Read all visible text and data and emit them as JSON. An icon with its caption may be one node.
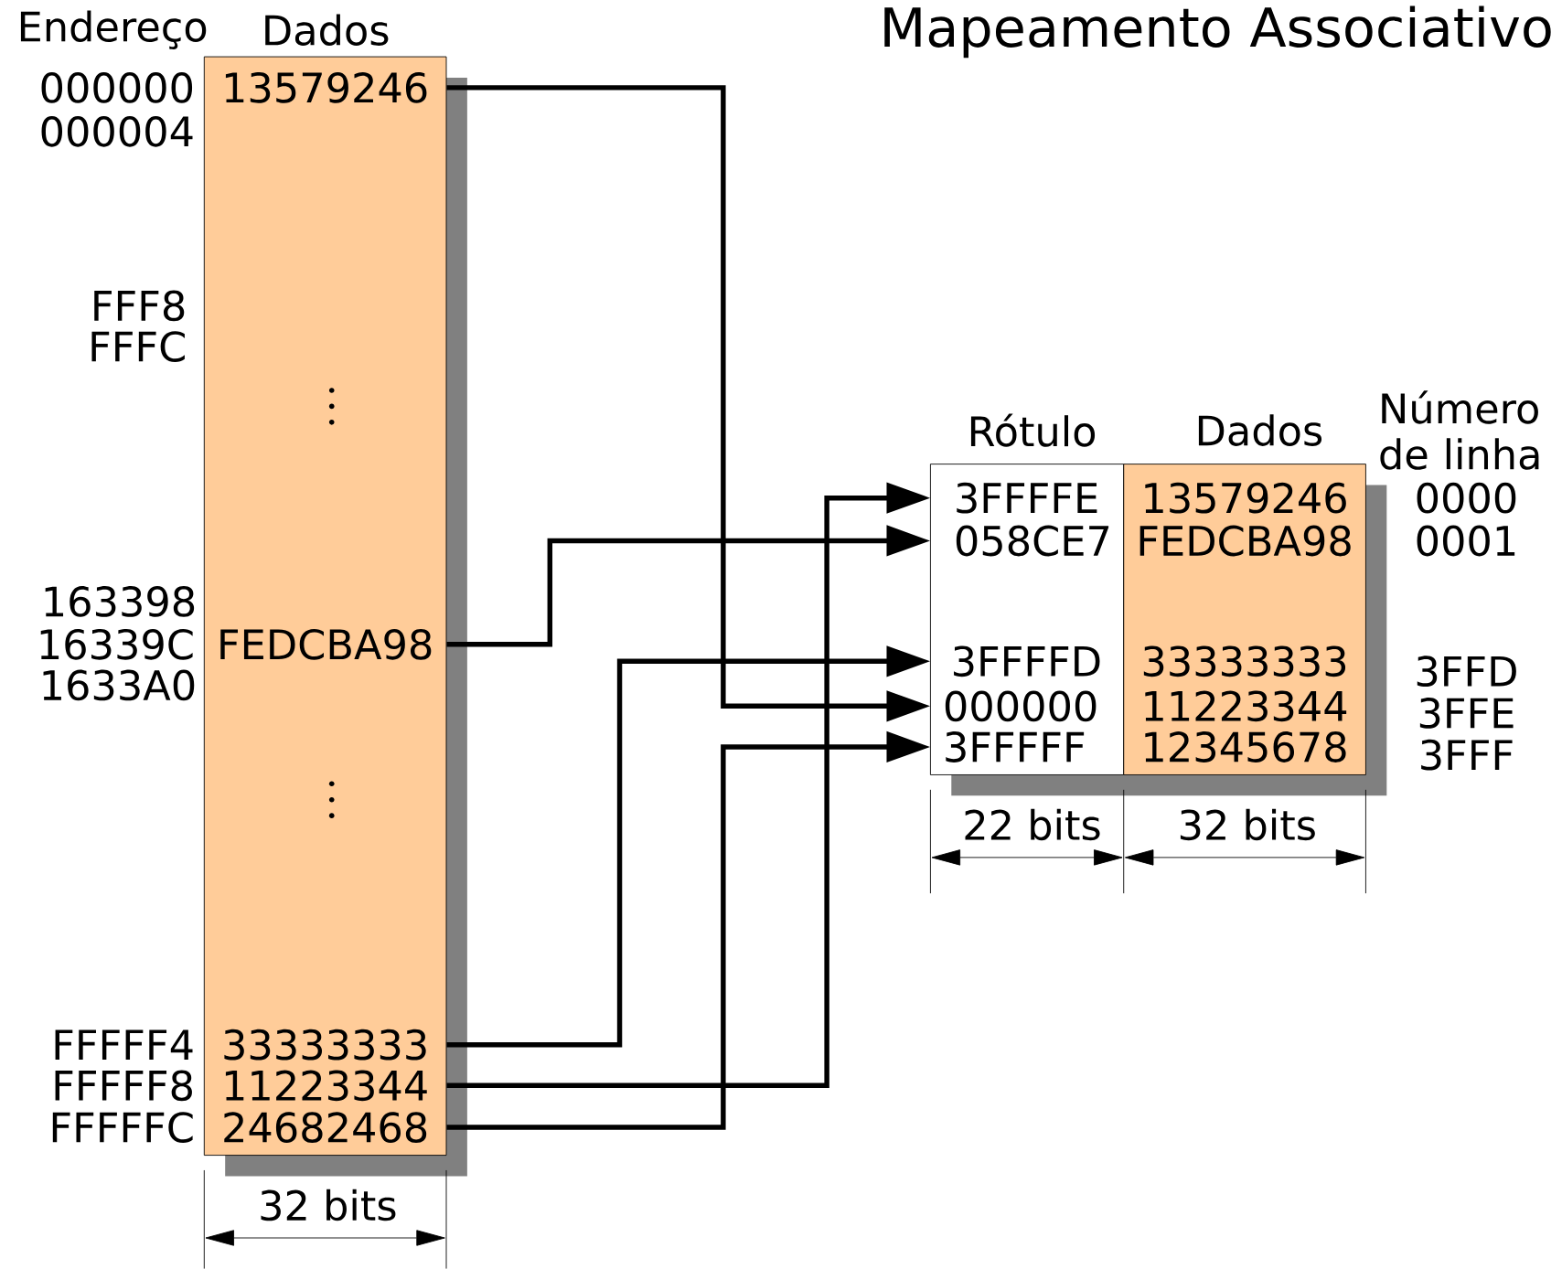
{
  "diagram": {
    "title": "Mapeamento Associativo",
    "nodes": [
      {
        "text": [
          "Dados"
        ]
      },
      {
        "text": [
          "13579246"
        ],
        "in": 0,
        "beside": [
          "000000"
        ]
      },
      {
        "text": [
          "FEDCBA98"
        ],
        "in": 0,
        "beside": [
          "16339C"
        ]
      },
      {
        "text": [
          "33333333"
        ],
        "in": 0,
        "beside": [
          "FFFFF4"
        ]
      },
      {
        "text": [
          "11223344"
        ],
        "in": 0,
        "beside": [
          "FFFFF8"
        ]
      },
      {
        "text": [
          "24682468"
        ],
        "in": 0,
        "beside": [
          "FFFFFC"
        ]
      },
      {
        "text": [
          "Rótulo"
        ]
      },
      {
        "text": [
          "3FFFFE"
        ],
        "in": 6
      },
      {
        "text": [
          "058CE7"
        ],
        "in": 6
      },
      {
        "text": [
          "3FFFFD"
        ],
        "in": 6
      },
      {
        "text": [
          "000000"
        ],
        "in": 6
      },
      {
        "text": [
          "3FFFFF"
        ],
        "in": 6
      },
      {
        "text": [
          "Dados"
        ]
      },
      {
        "text": [
          "13579246"
        ],
        "in": 12,
        "beside": [
          "0000"
        ]
      },
      {
        "text": [
          "FEDCBA98"
        ],
        "in": 12,
        "beside": [
          "0001"
        ]
      },
      {
        "text": [
          "33333333"
        ],
        "in": 12,
        "beside": [
          "3FFD"
        ]
      },
      {
        "text": [
          "11223344"
        ],
        "in": 12,
        "beside": [
          "3FFE"
        ]
      },
      {
        "text": [
          "12345678"
        ],
        "in": 12,
        "beside": [
          "3FFF"
        ]
      }
    ],
    "edges": [
      {
        "from": 1,
        "to": 10,
        "arrow": "to"
      },
      {
        "from": 2,
        "to": 8,
        "arrow": "to"
      },
      {
        "from": 3,
        "to": 9,
        "arrow": "to"
      },
      {
        "from": 4,
        "to": 7,
        "arrow": "to"
      },
      {
        "from": 5,
        "to": 11,
        "arrow": "to"
      }
    ],
    "labels": [
      "Endereço",
      "000004",
      "FFF8",
      "FFFC",
      "Número de linha",
      "163398",
      "1633A0",
      "22 bits",
      "32 bits",
      "32 bits"
    ]
  }
}
